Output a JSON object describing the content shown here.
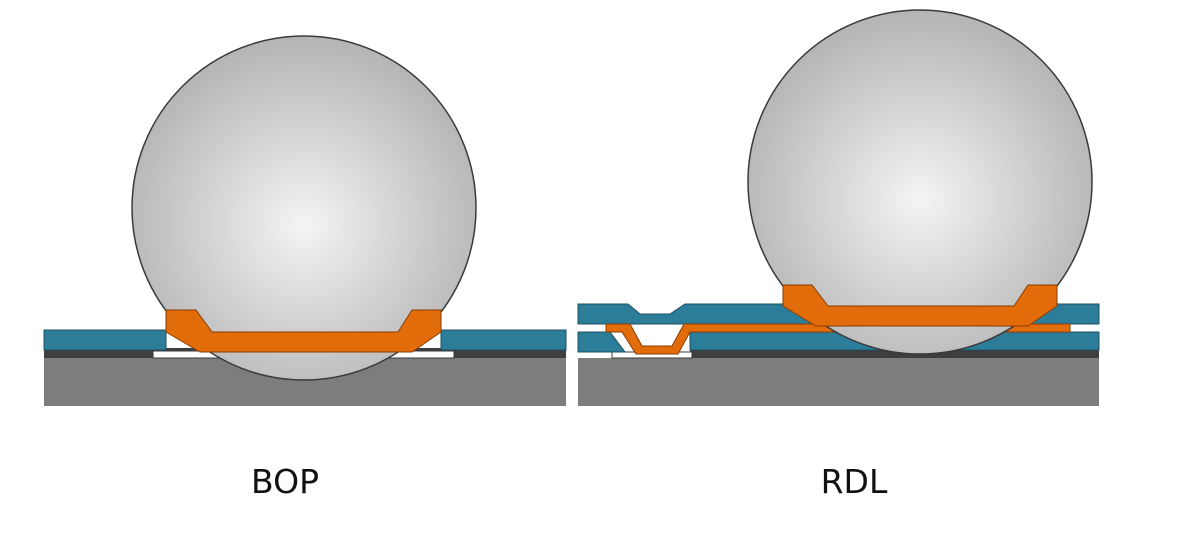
{
  "panels": [
    {
      "id": "bop",
      "caption": "BOP"
    },
    {
      "id": "rdl",
      "caption": "RDL"
    }
  ],
  "colors": {
    "substrate": "#7d7d7d",
    "dark_layer": "#3e3e3e",
    "passivation": "#2c7d99",
    "ubm": "#e36c0a",
    "pad": "#ffffff",
    "ball_light": "#f4f4f4",
    "ball_dark": "#b4b4b4",
    "outline": "#3a3a3a"
  }
}
